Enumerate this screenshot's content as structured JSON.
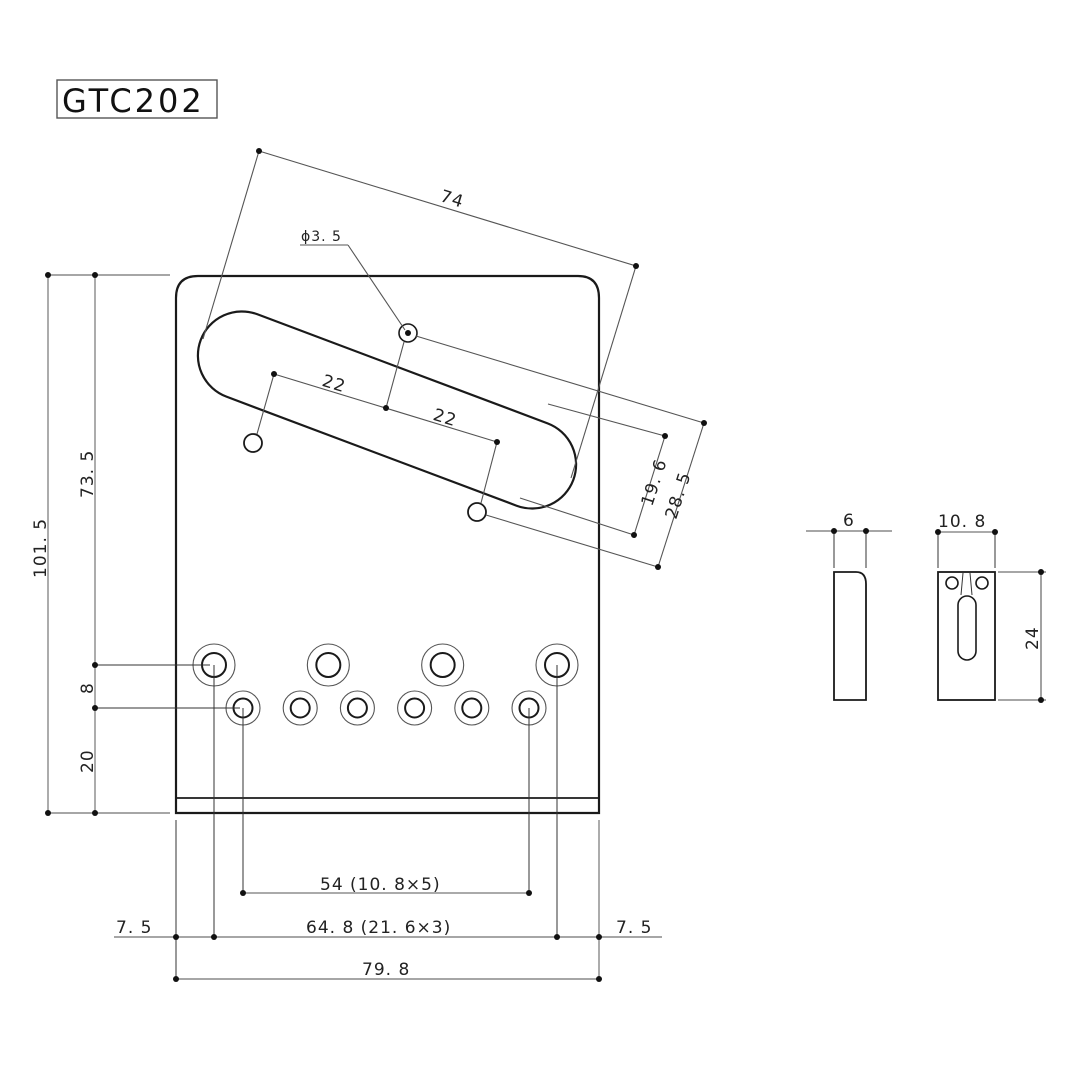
{
  "title": "GTC202",
  "drawing": {
    "main_view": {
      "dimensions": {
        "pickup_length": "74",
        "screw_hole_diameter": "ϕ3. 5",
        "pole_spacing_left": "22",
        "pole_spacing_right": "22",
        "pickup_offset_inner": "19. 6",
        "pickup_offset_outer": "28. 5",
        "overall_height": "101. 5",
        "pickup_center_height": "73. 5",
        "hole_row_spacing": "8",
        "front_row_height": "20",
        "string_spacing": "54 (10. 8×5)",
        "mount_spacing": "64. 8 (21. 6×3)",
        "left_margin": "7. 5",
        "right_margin": "7. 5",
        "overall_width": "79. 8"
      },
      "mount_holes": 4,
      "string_holes": 6
    },
    "saddle_side_view": {
      "width": "6"
    },
    "saddle_front_view": {
      "width": "10. 8",
      "height": "24"
    }
  }
}
